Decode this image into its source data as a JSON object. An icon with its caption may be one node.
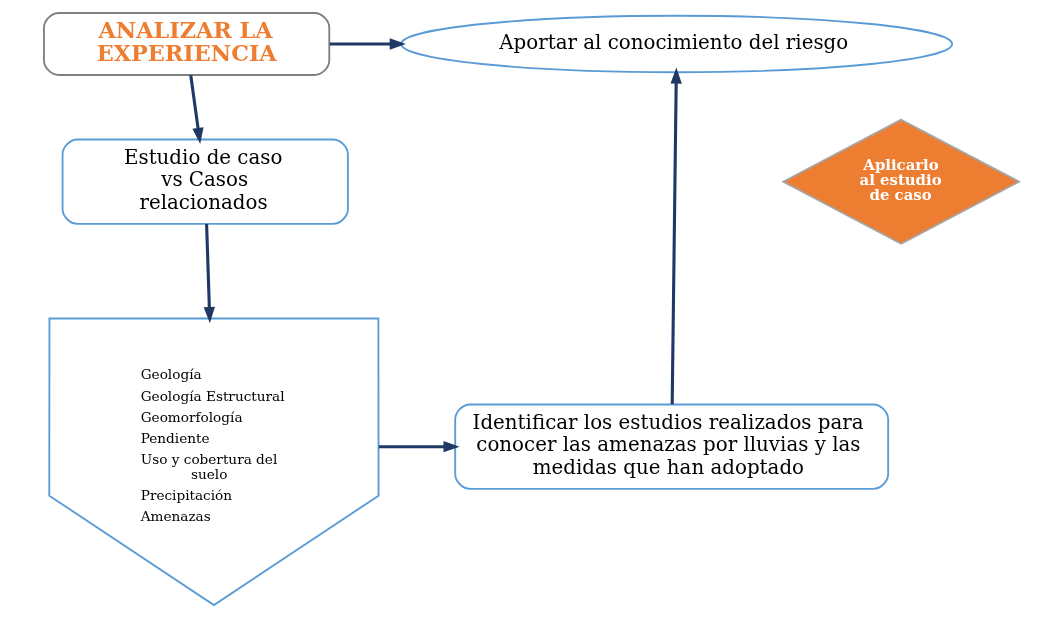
{
  "diagram": {
    "nodes": [
      {
        "text": [
          "ANALIZAR LA EXPERIENCIA"
        ]
      },
      {
        "text": [
          "Aportar al conocimiento del riesgo"
        ]
      },
      {
        "text": [
          "Estudio de caso vs Casos relacionados"
        ]
      },
      {
        "text": [
          "Geología",
          "Geología Estructural",
          "Geomorfología",
          "Pendiente",
          "Uso y cobertura del suelo",
          "Precipitación",
          "Amenazas"
        ]
      },
      {
        "text": [
          "Identificar los estudios realizados para conocer las amenazas por lluvias y las medidas que han adoptado"
        ]
      },
      {
        "text": [
          "Aplicarlo al estudio de caso"
        ]
      }
    ],
    "edges": [
      {
        "from": 0,
        "to": 1,
        "arrow": "to"
      },
      {
        "from": 0,
        "to": 2,
        "arrow": "to"
      },
      {
        "from": 2,
        "to": 3,
        "arrow": "to"
      },
      {
        "from": 3,
        "to": 4,
        "arrow": "to"
      },
      {
        "from": 4,
        "to": 1,
        "arrow": "to"
      }
    ]
  }
}
